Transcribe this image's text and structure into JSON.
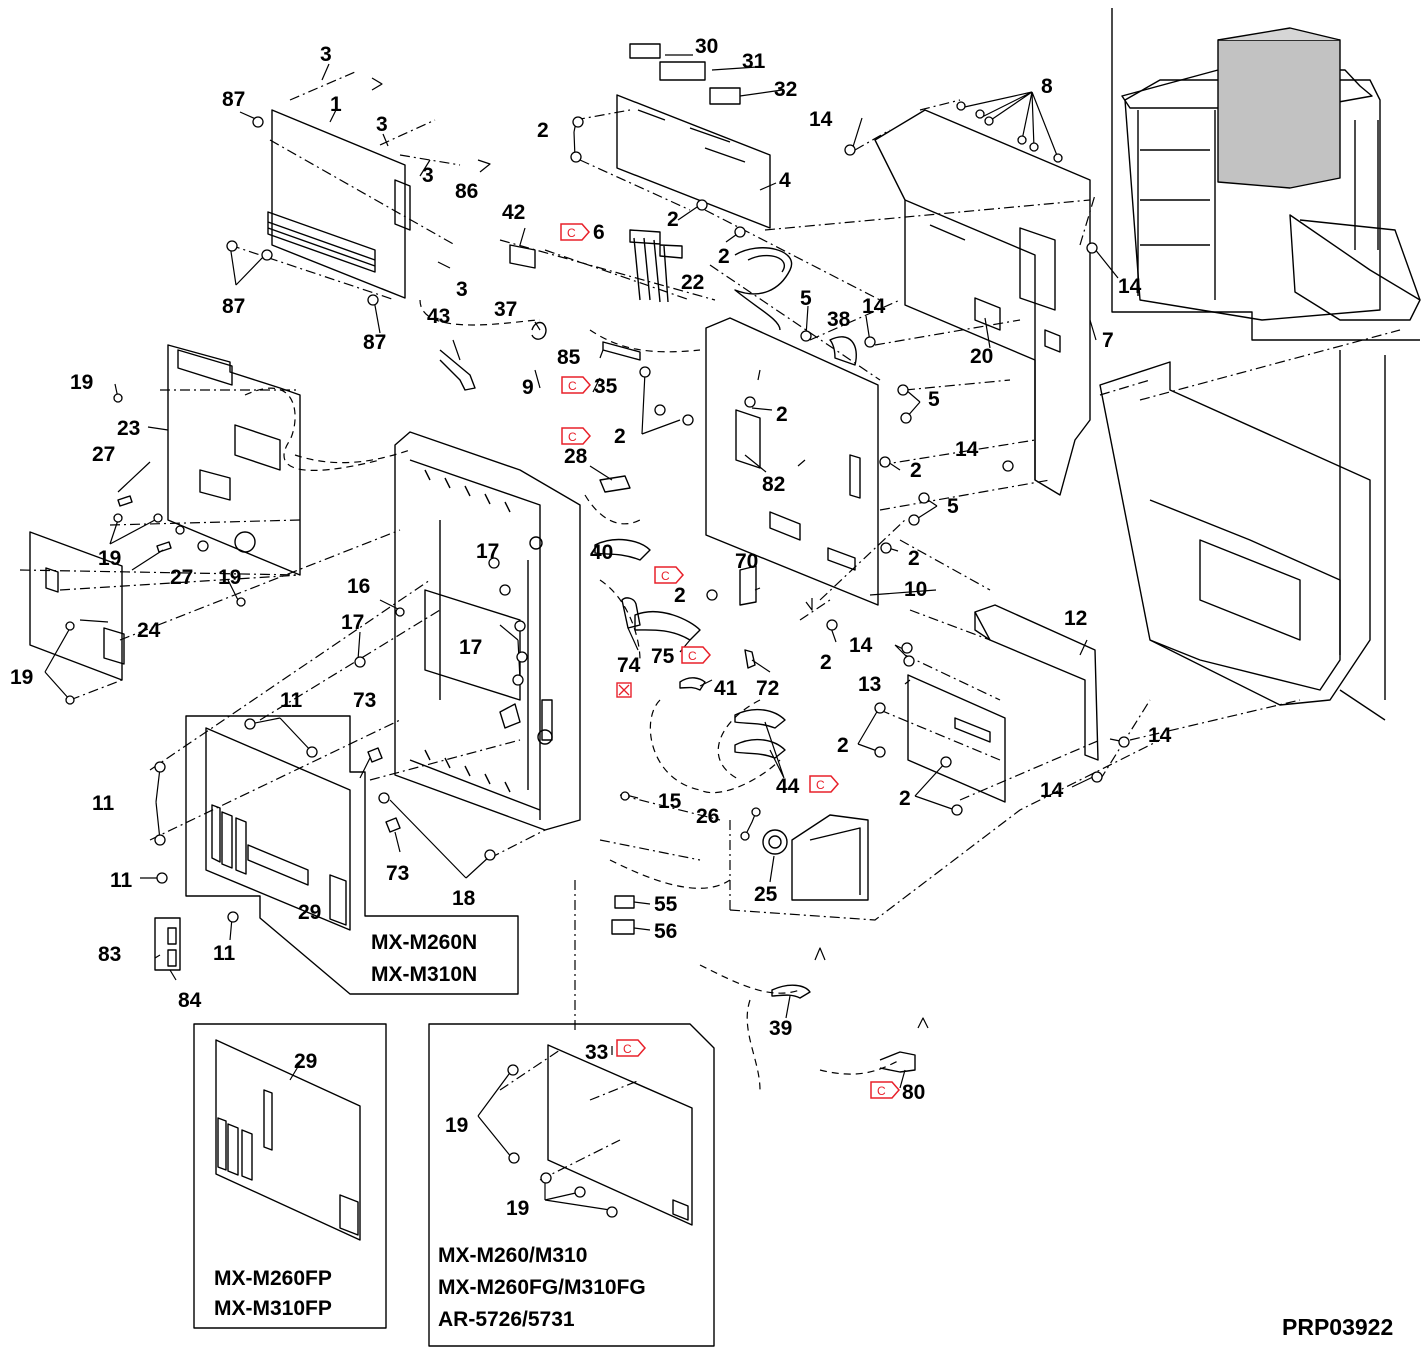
{
  "diagram_code": "PRP03922",
  "model_groups": {
    "group_n": [
      "MX-M260N",
      "MX-M310N"
    ],
    "group_fp": [
      "MX-M260FP",
      "MX-M310FP"
    ],
    "group_std": [
      "MX-M260/M310",
      "MX-M260FG/M310FG",
      "AR-5726/5731"
    ]
  },
  "callouts": {
    "n1": "1",
    "n2": "2",
    "n3": "3",
    "n4": "4",
    "n5": "5",
    "n6": "6",
    "n7": "7",
    "n8": "8",
    "n9": "9",
    "n10": "10",
    "n11": "11",
    "n12": "12",
    "n13": "13",
    "n14": "14",
    "n15": "15",
    "n16": "16",
    "n17": "17",
    "n18": "18",
    "n19": "19",
    "n20": "20",
    "n22": "22",
    "n23": "23",
    "n24": "24",
    "n25": "25",
    "n26": "26",
    "n27": "27",
    "n28": "28",
    "n29": "29",
    "n30": "30",
    "n31": "31",
    "n32": "32",
    "n33": "33",
    "n35": "35",
    "n37": "37",
    "n38": "38",
    "n39": "39",
    "n40": "40",
    "n41": "41",
    "n42": "42",
    "n43": "43",
    "n44": "44",
    "n55": "55",
    "n56": "56",
    "n70": "70",
    "n72": "72",
    "n73": "73",
    "n74": "74",
    "n75": "75",
    "n80": "80",
    "n82": "82",
    "n83": "83",
    "n84": "84",
    "n85": "85",
    "n86": "86",
    "n87": "87"
  },
  "marks": {
    "c_badge_letter": "C",
    "x_badge_letter": "×"
  },
  "colors": {
    "line": "#000000",
    "badge": "#e8202a",
    "copier_highlight": "#b8b8b8"
  }
}
